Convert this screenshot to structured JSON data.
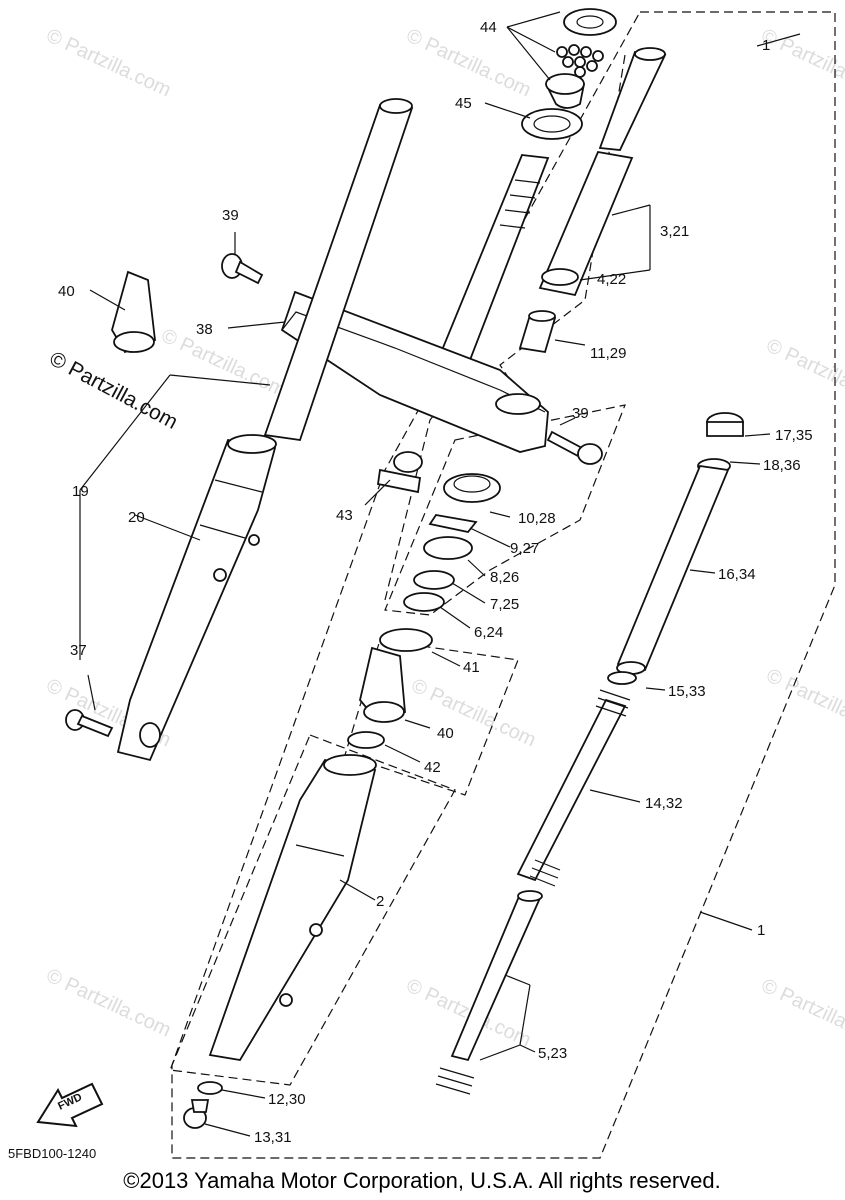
{
  "diagram": {
    "code": "5FBD100-1240",
    "copyright": "©2013 Yamaha Motor Corporation, U.S.A. All rights reserved.",
    "brand_mark": "© Partzilla.com",
    "watermark_text": "© Partzilla.com",
    "fwd_label": "FWD",
    "callouts": [
      "44",
      "45",
      "1",
      "3,21",
      "4,22",
      "11,29",
      "39",
      "40",
      "38",
      "39",
      "17,35",
      "18,36",
      "19",
      "20",
      "43",
      "10,28",
      "9,27",
      "8,26",
      "7,25",
      "6,24",
      "16,34",
      "37",
      "41",
      "15,33",
      "40",
      "42",
      "14,32",
      "2",
      "1",
      "5,23",
      "12,30",
      "13,31"
    ]
  }
}
